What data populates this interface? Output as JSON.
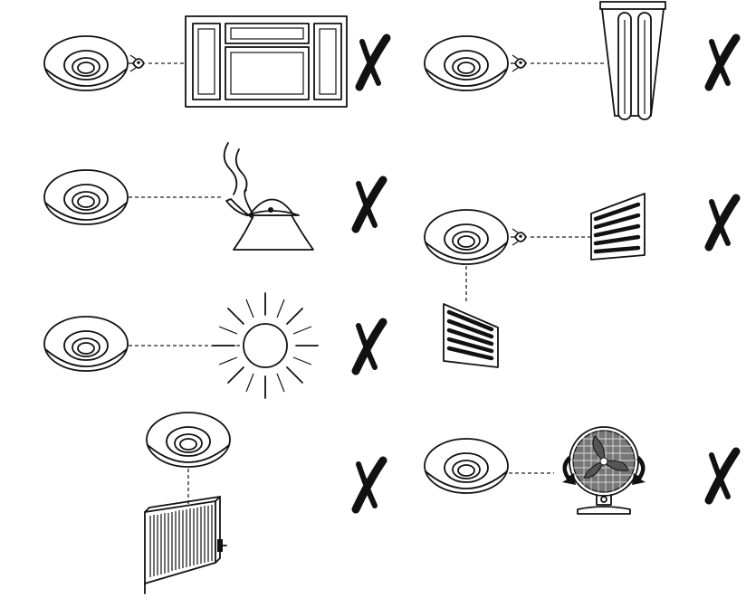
{
  "diagram": {
    "rows": [
      {
        "id": "window",
        "detector": "smoke-detector",
        "source": "window-icon",
        "has_eye": true,
        "verdict": "not-allowed",
        "mark_color": "#111111"
      },
      {
        "id": "fluorescent-light",
        "detector": "smoke-detector",
        "source": "fluorescent-lamp-icon",
        "has_eye": true,
        "verdict": "not-allowed",
        "mark_color": "#111111"
      },
      {
        "id": "kettle",
        "detector": "smoke-detector",
        "source": "steaming-kettle-icon",
        "has_eye": false,
        "verdict": "not-allowed",
        "mark_color": "#111111"
      },
      {
        "id": "air-vent",
        "detector": "smoke-detector",
        "source": "air-vent-icon",
        "has_eye": true,
        "verdict": "not-allowed",
        "mark_color": "#111111"
      },
      {
        "id": "sun",
        "detector": "smoke-detector",
        "source": "sun-icon",
        "has_eye": false,
        "verdict": "not-allowed",
        "mark_color": "#111111"
      },
      {
        "id": "radiator",
        "detector": "smoke-detector",
        "source": "radiator-icon",
        "has_eye": false,
        "verdict": "not-allowed",
        "mark_color": "#111111"
      },
      {
        "id": "fan",
        "detector": "smoke-detector",
        "source": "rotating-fan-icon",
        "has_eye": false,
        "verdict": "not-allowed",
        "mark_color": "#111111"
      }
    ]
  }
}
